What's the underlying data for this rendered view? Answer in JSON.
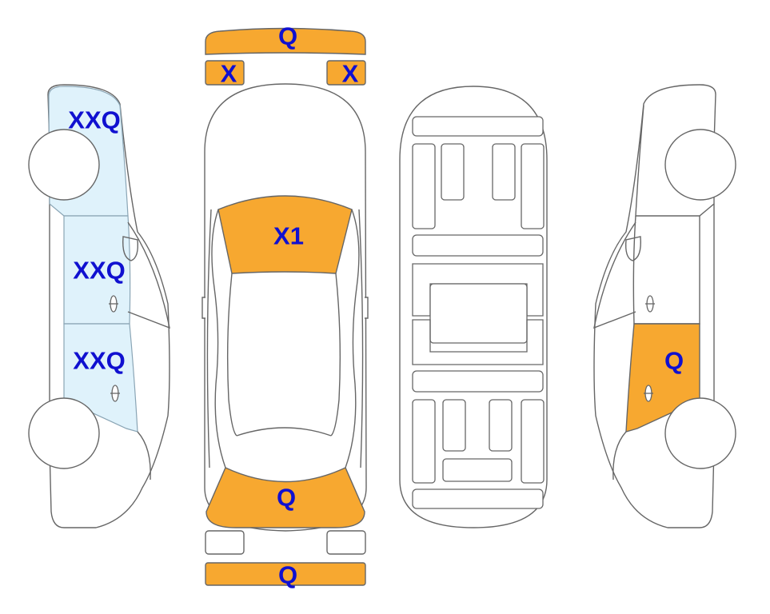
{
  "colors": {
    "damage_fill": "#f7a830",
    "glass_fill": "#dff2fb",
    "label_text": "#1010d0",
    "outline": "#666666"
  },
  "labels": {
    "front_bumper": "Q",
    "headlight_left": "X",
    "headlight_right": "X",
    "hood": "X1",
    "trunk": "Q",
    "rear_bumper": "Q",
    "left_windshield": "XXQ",
    "left_front_door": "XXQ",
    "left_rear_door": "XXQ",
    "right_rear_door": "Q"
  }
}
